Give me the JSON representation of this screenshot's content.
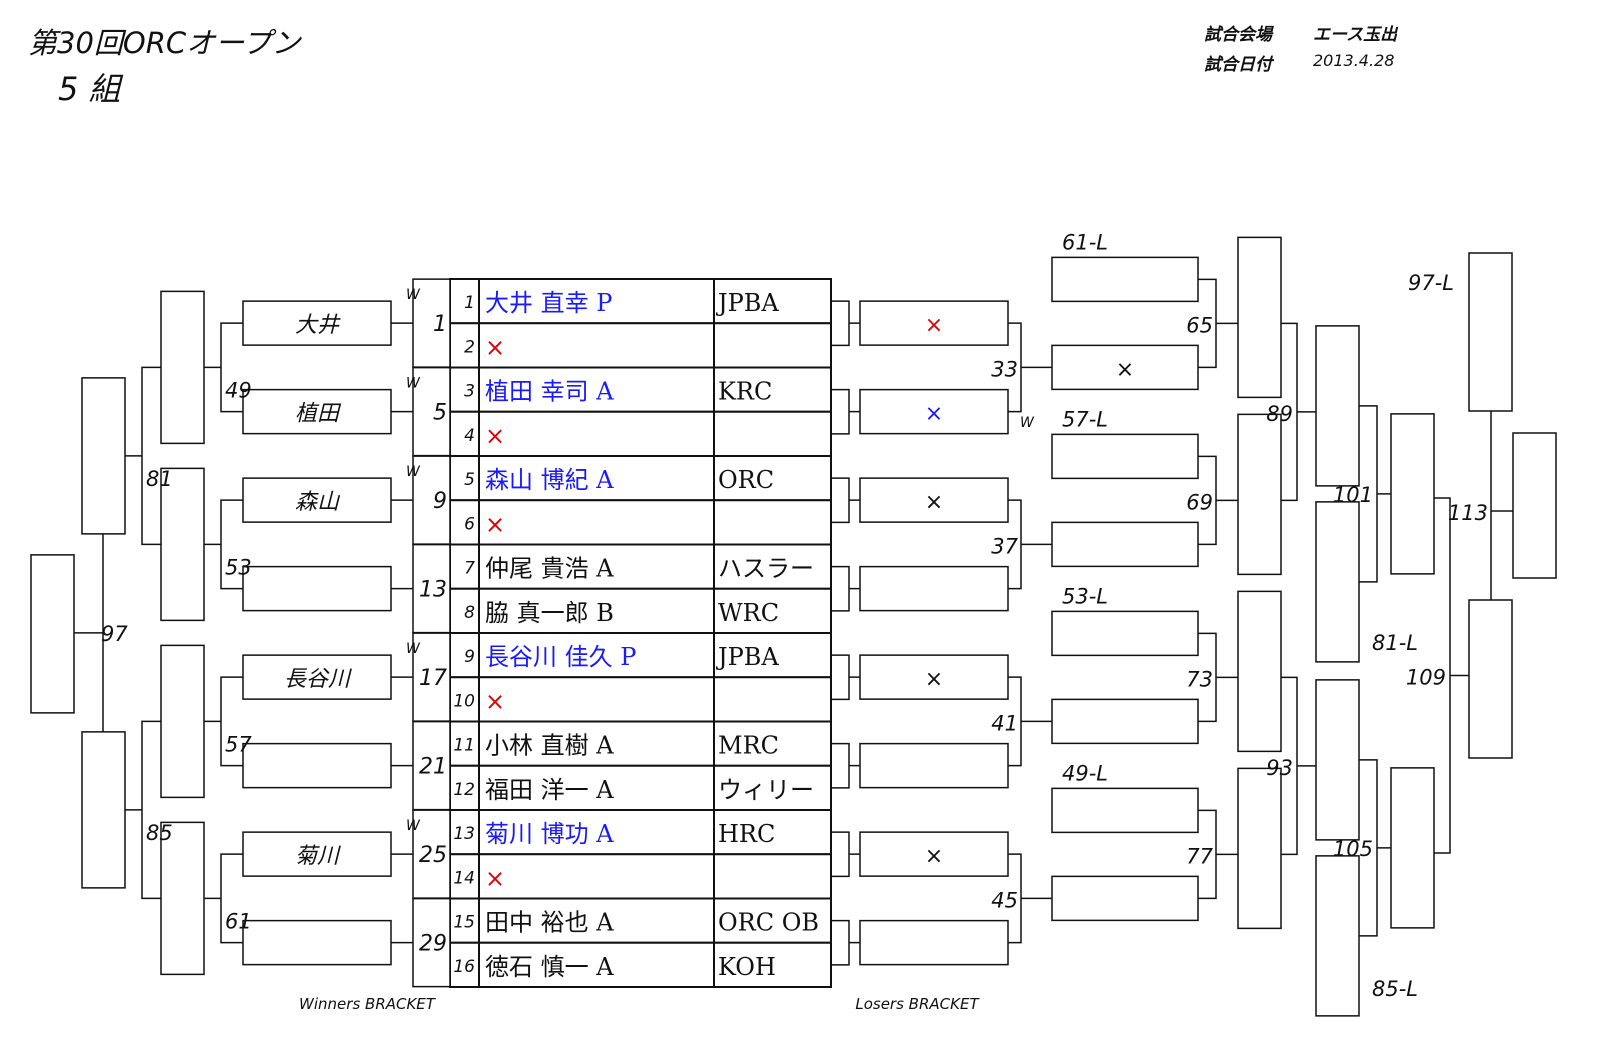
{
  "header": {
    "title": "第30回ORCオープン",
    "group": "5 組",
    "venue_label": "試合会場",
    "venue": "エース玉出",
    "date_label": "試合日付",
    "date": "2013.4.28"
  },
  "entries": [
    {
      "no": "1",
      "name": "大井 直幸 P",
      "club": "JPBA",
      "color": "blue"
    },
    {
      "no": "2",
      "name": "×",
      "club": "",
      "color": "red"
    },
    {
      "no": "3",
      "name": "植田 幸司 A",
      "club": "KRC",
      "color": "blue"
    },
    {
      "no": "4",
      "name": "×",
      "club": "",
      "color": "red"
    },
    {
      "no": "5",
      "name": "森山 博紀 A",
      "club": "ORC",
      "color": "blue"
    },
    {
      "no": "6",
      "name": "×",
      "club": "",
      "color": "red"
    },
    {
      "no": "7",
      "name": "仲尾 貴浩 A",
      "club": "ハスラー",
      "color": "black"
    },
    {
      "no": "8",
      "name": "脇 真一郎 B",
      "club": "WRC",
      "color": "black"
    },
    {
      "no": "9",
      "name": "長谷川 佳久 P",
      "club": "JPBA",
      "color": "blue"
    },
    {
      "no": "10",
      "name": "×",
      "club": "",
      "color": "red"
    },
    {
      "no": "11",
      "name": "小林 直樹 A",
      "club": "MRC",
      "color": "black"
    },
    {
      "no": "12",
      "name": "福田 洋一 A",
      "club": "ウィリー",
      "color": "black"
    },
    {
      "no": "13",
      "name": "菊川 博功 A",
      "club": "HRC",
      "color": "blue"
    },
    {
      "no": "14",
      "name": "×",
      "club": "",
      "color": "red"
    },
    {
      "no": "15",
      "name": "田中 裕也 A",
      "club": "ORC OB",
      "color": "black"
    },
    {
      "no": "16",
      "name": "徳石 慎一 A",
      "club": "KOH",
      "color": "black"
    }
  ],
  "winners": {
    "label": "Winners BRACKET",
    "r1_matches": [
      "1",
      "5",
      "9",
      "13",
      "17",
      "21",
      "25",
      "29"
    ],
    "w_mark": "W",
    "r2_names": [
      "大井",
      "植田",
      "森山",
      "",
      "長谷川",
      "",
      "菊川",
      ""
    ],
    "r2_matches": [
      "49",
      "53",
      "57",
      "61"
    ],
    "r3_matches": [
      "81",
      "85"
    ],
    "final_match": "97"
  },
  "losers": {
    "label": "Losers BRACKET",
    "r1_marks": [
      "×",
      "×",
      "×",
      "",
      "×",
      "",
      "×",
      ""
    ],
    "r1_mark_colors": [
      "red",
      "blue",
      "black",
      "black",
      "black",
      "black",
      "black",
      "black"
    ],
    "r1_matches": [
      "33",
      "37",
      "41",
      "45"
    ],
    "w_mark": "W",
    "r2_top_labels": [
      "61-L",
      "57-L",
      "53-L",
      "49-L"
    ],
    "r2_bottom_marks": [
      "×",
      "",
      "",
      ""
    ],
    "r2_matches": [
      "65",
      "69",
      "73",
      "77"
    ],
    "r3_matches": [
      "89",
      "93"
    ],
    "r4_matches": [
      "101",
      "105"
    ],
    "r4_labels": [
      "81-L",
      "85-L"
    ],
    "r5_match": "109",
    "r6_match": "113",
    "r6_label": "97-L"
  },
  "colors": {
    "blue": "#1a1aff",
    "red": "#e00000",
    "black": "#111111"
  }
}
